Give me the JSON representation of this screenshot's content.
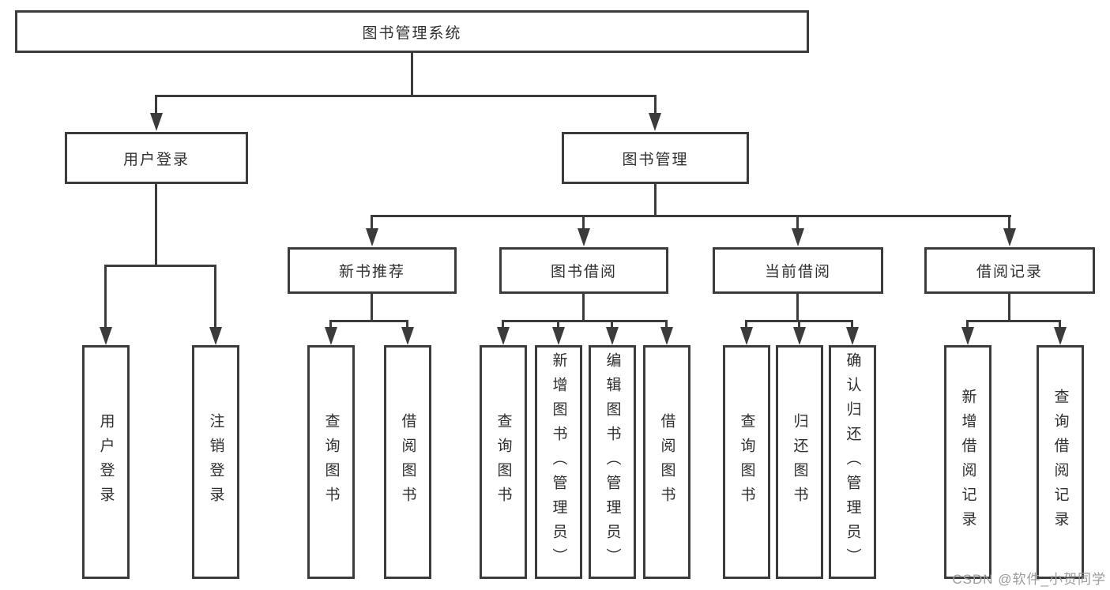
{
  "diagram": {
    "type": "tree",
    "root": {
      "label": "图书管理系统"
    },
    "level2": {
      "user_login": {
        "label": "用户登录"
      },
      "book_mgmt": {
        "label": "图书管理"
      }
    },
    "level3": {
      "new_book_rec": {
        "label": "新书推荐",
        "parent": "图书管理"
      },
      "book_borrow": {
        "label": "图书借阅",
        "parent": "图书管理"
      },
      "current_borrow": {
        "label": "当前借阅",
        "parent": "图书管理"
      },
      "borrow_record": {
        "label": "借阅记录",
        "parent": "图书管理"
      }
    },
    "leaves": {
      "user_login": [
        "用户登录",
        "注销登录"
      ],
      "new_book_rec": [
        "查询图书",
        "借阅图书"
      ],
      "book_borrow": [
        "查询图书",
        "新增图书（管理员）",
        "编辑图书（管理员）",
        "借阅图书"
      ],
      "current_borrow": [
        "查询图书",
        "归还图书",
        "确认归还（管理员）"
      ],
      "borrow_record": [
        "新增借阅记录",
        "查询借阅记录"
      ]
    }
  },
  "watermark": {
    "text": "CSDN @软件_小贺同学"
  },
  "colors": {
    "line": "#3b3b3b",
    "text": "#2f2f2f",
    "watermark": "#9b9b9b",
    "background": "#ffffff"
  }
}
